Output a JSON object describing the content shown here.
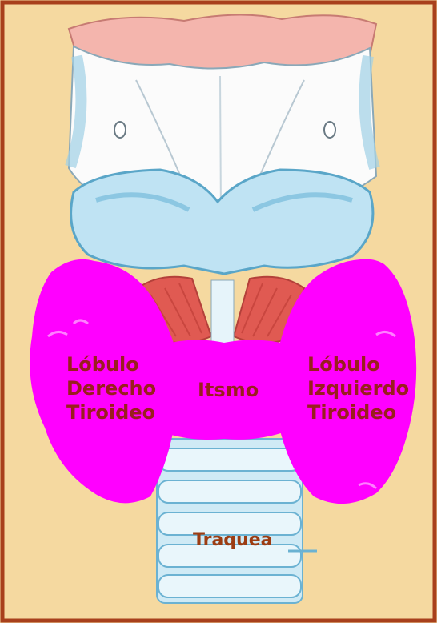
{
  "labels": {
    "right_lobe": [
      "Lóbulo",
      "Derecho",
      "Tiroideo"
    ],
    "isthmus": "Itsmo",
    "left_lobe": [
      "Lóbulo",
      "Izquierdo",
      "Tiroideo"
    ],
    "trachea": "Traquea"
  },
  "colors": {
    "background": "#f5d9a0",
    "border": "#a8401c",
    "thyroid": "#ff00ff",
    "label_text": "#9a1e1e",
    "trachea_label": "#9c3c12",
    "cartilage_blue": "#bfe3f3",
    "cartilage_outline": "#5aa6c8",
    "muscle": "#e05a52",
    "epiglottis_pink": "#f2a7a0"
  }
}
